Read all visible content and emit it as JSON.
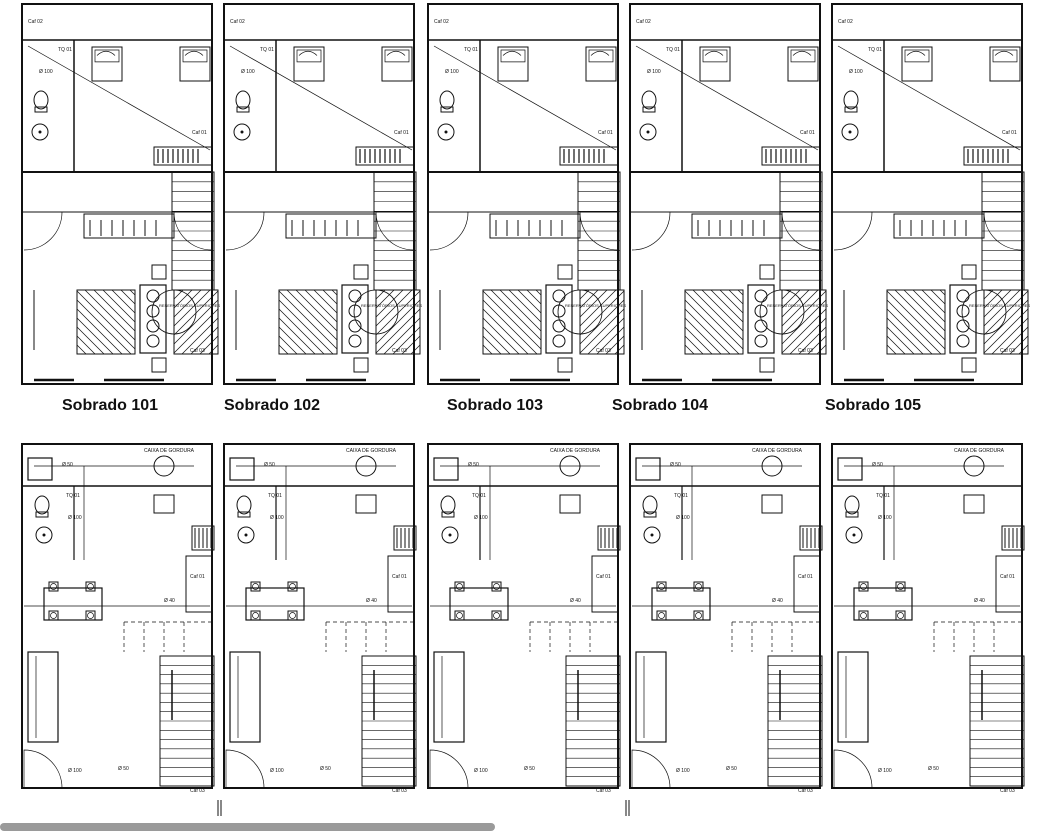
{
  "units": [
    {
      "title": "Sobrado 101"
    },
    {
      "title": "Sobrado 102"
    },
    {
      "title": "Sobrado 103"
    },
    {
      "title": "Sobrado 104"
    },
    {
      "title": "Sobrado 105"
    }
  ],
  "labels": {
    "caf02": "Caf 02",
    "caf01": "Caf 01",
    "caf03": "Caf 03",
    "tq01": "TQ 01",
    "d100": "Ø 100",
    "d50": "Ø 50",
    "d40": "Ø 40",
    "caixa": "CAIXA DE GORDURA",
    "reservatorios": "RESERVATÓRIOS SUPERIORES"
  },
  "colors": {
    "line": "#111111",
    "hatch": "#333333",
    "scrollbar": "#9a9a9a"
  }
}
